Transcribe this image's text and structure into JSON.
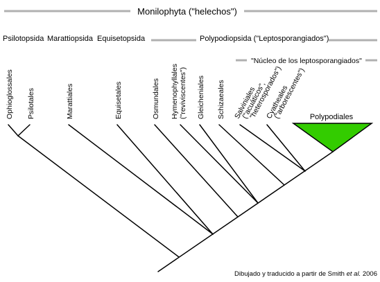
{
  "title": "Monilophyta (\"helechos\")",
  "groups": {
    "psilotopsida": "Psilotopsida",
    "marattiopsida": "Marattiopsida",
    "equisetopsida": "Equisetopsida",
    "polypodiopsida": "Polypodiopsida (\"Leptosporangiados\")",
    "core_leptosporangiates": "\"Núcleo de los leptosporangiados\""
  },
  "leaves": {
    "ophioglossales": "Ophioglossales",
    "psilotales": "Psilotales",
    "marattiales": "Marattiales",
    "equisetales": "Equisetales",
    "osmundales": "Osmundales",
    "hymenophyllales_1": "Hymenophyllales",
    "hymenophyllales_2": "(\"reviviscentes\")",
    "gleicheniales": "Gleicheniales",
    "schizaeales": "Schizaeales",
    "salviniales_1": "Salviniales",
    "salviniales_2": "(\"acuáticos\",",
    "salviniales_3": "\"heterosporados\")",
    "cyatheales_1": "Cyatheales",
    "cyatheales_2": "(\"arborescentes\")",
    "polypodiales": "Polypodiales"
  },
  "credit": {
    "before": "Dibujado y traducido a partir de Smith ",
    "italic": "et al.",
    "after": " 2006"
  },
  "colors": {
    "polypodiales_fill": "#33cc00",
    "bracket_line": "#b0b0b0",
    "tree_line": "#000000"
  }
}
